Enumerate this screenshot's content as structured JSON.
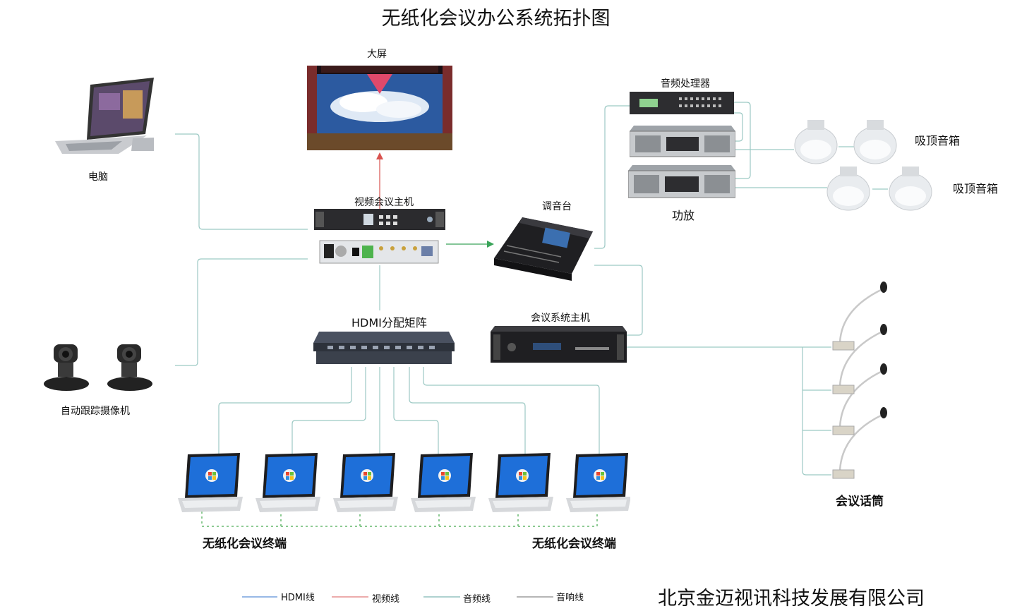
{
  "title": "无纸化会议办公系统拓扑图",
  "devices": {
    "big_screen": "大屏",
    "computer": "电脑",
    "video_host": "视频会议主机",
    "camera": "自动跟踪摄像机",
    "hdmi_matrix": "HDMI分配矩阵",
    "mixer": "调音台",
    "audio_processor": "音频处理器",
    "amplifier": "功放",
    "ceiling_speaker_1": "吸顶音箱",
    "ceiling_speaker_2": "吸顶音箱",
    "conference_host": "会议系统主机",
    "conference_mic": "会议话筒",
    "terminal_left": "无纸化会议终端",
    "terminal_right": "无纸化会议终端"
  },
  "legend": [
    {
      "label": "HDMI线",
      "color": "#5b8fd6"
    },
    {
      "label": "视频线",
      "color": "#e07a7a"
    },
    {
      "label": "音频线",
      "color": "#7fb8b3"
    },
    {
      "label": "音响线",
      "color": "#8a8a8a"
    }
  ],
  "company": "北京金迈视讯科技发展有限公司",
  "colors": {
    "line_teal": "#9cc9c4",
    "arrow_red": "#d9534f",
    "arrow_green": "#3aa45a",
    "dashed_green": "#66b86e"
  }
}
